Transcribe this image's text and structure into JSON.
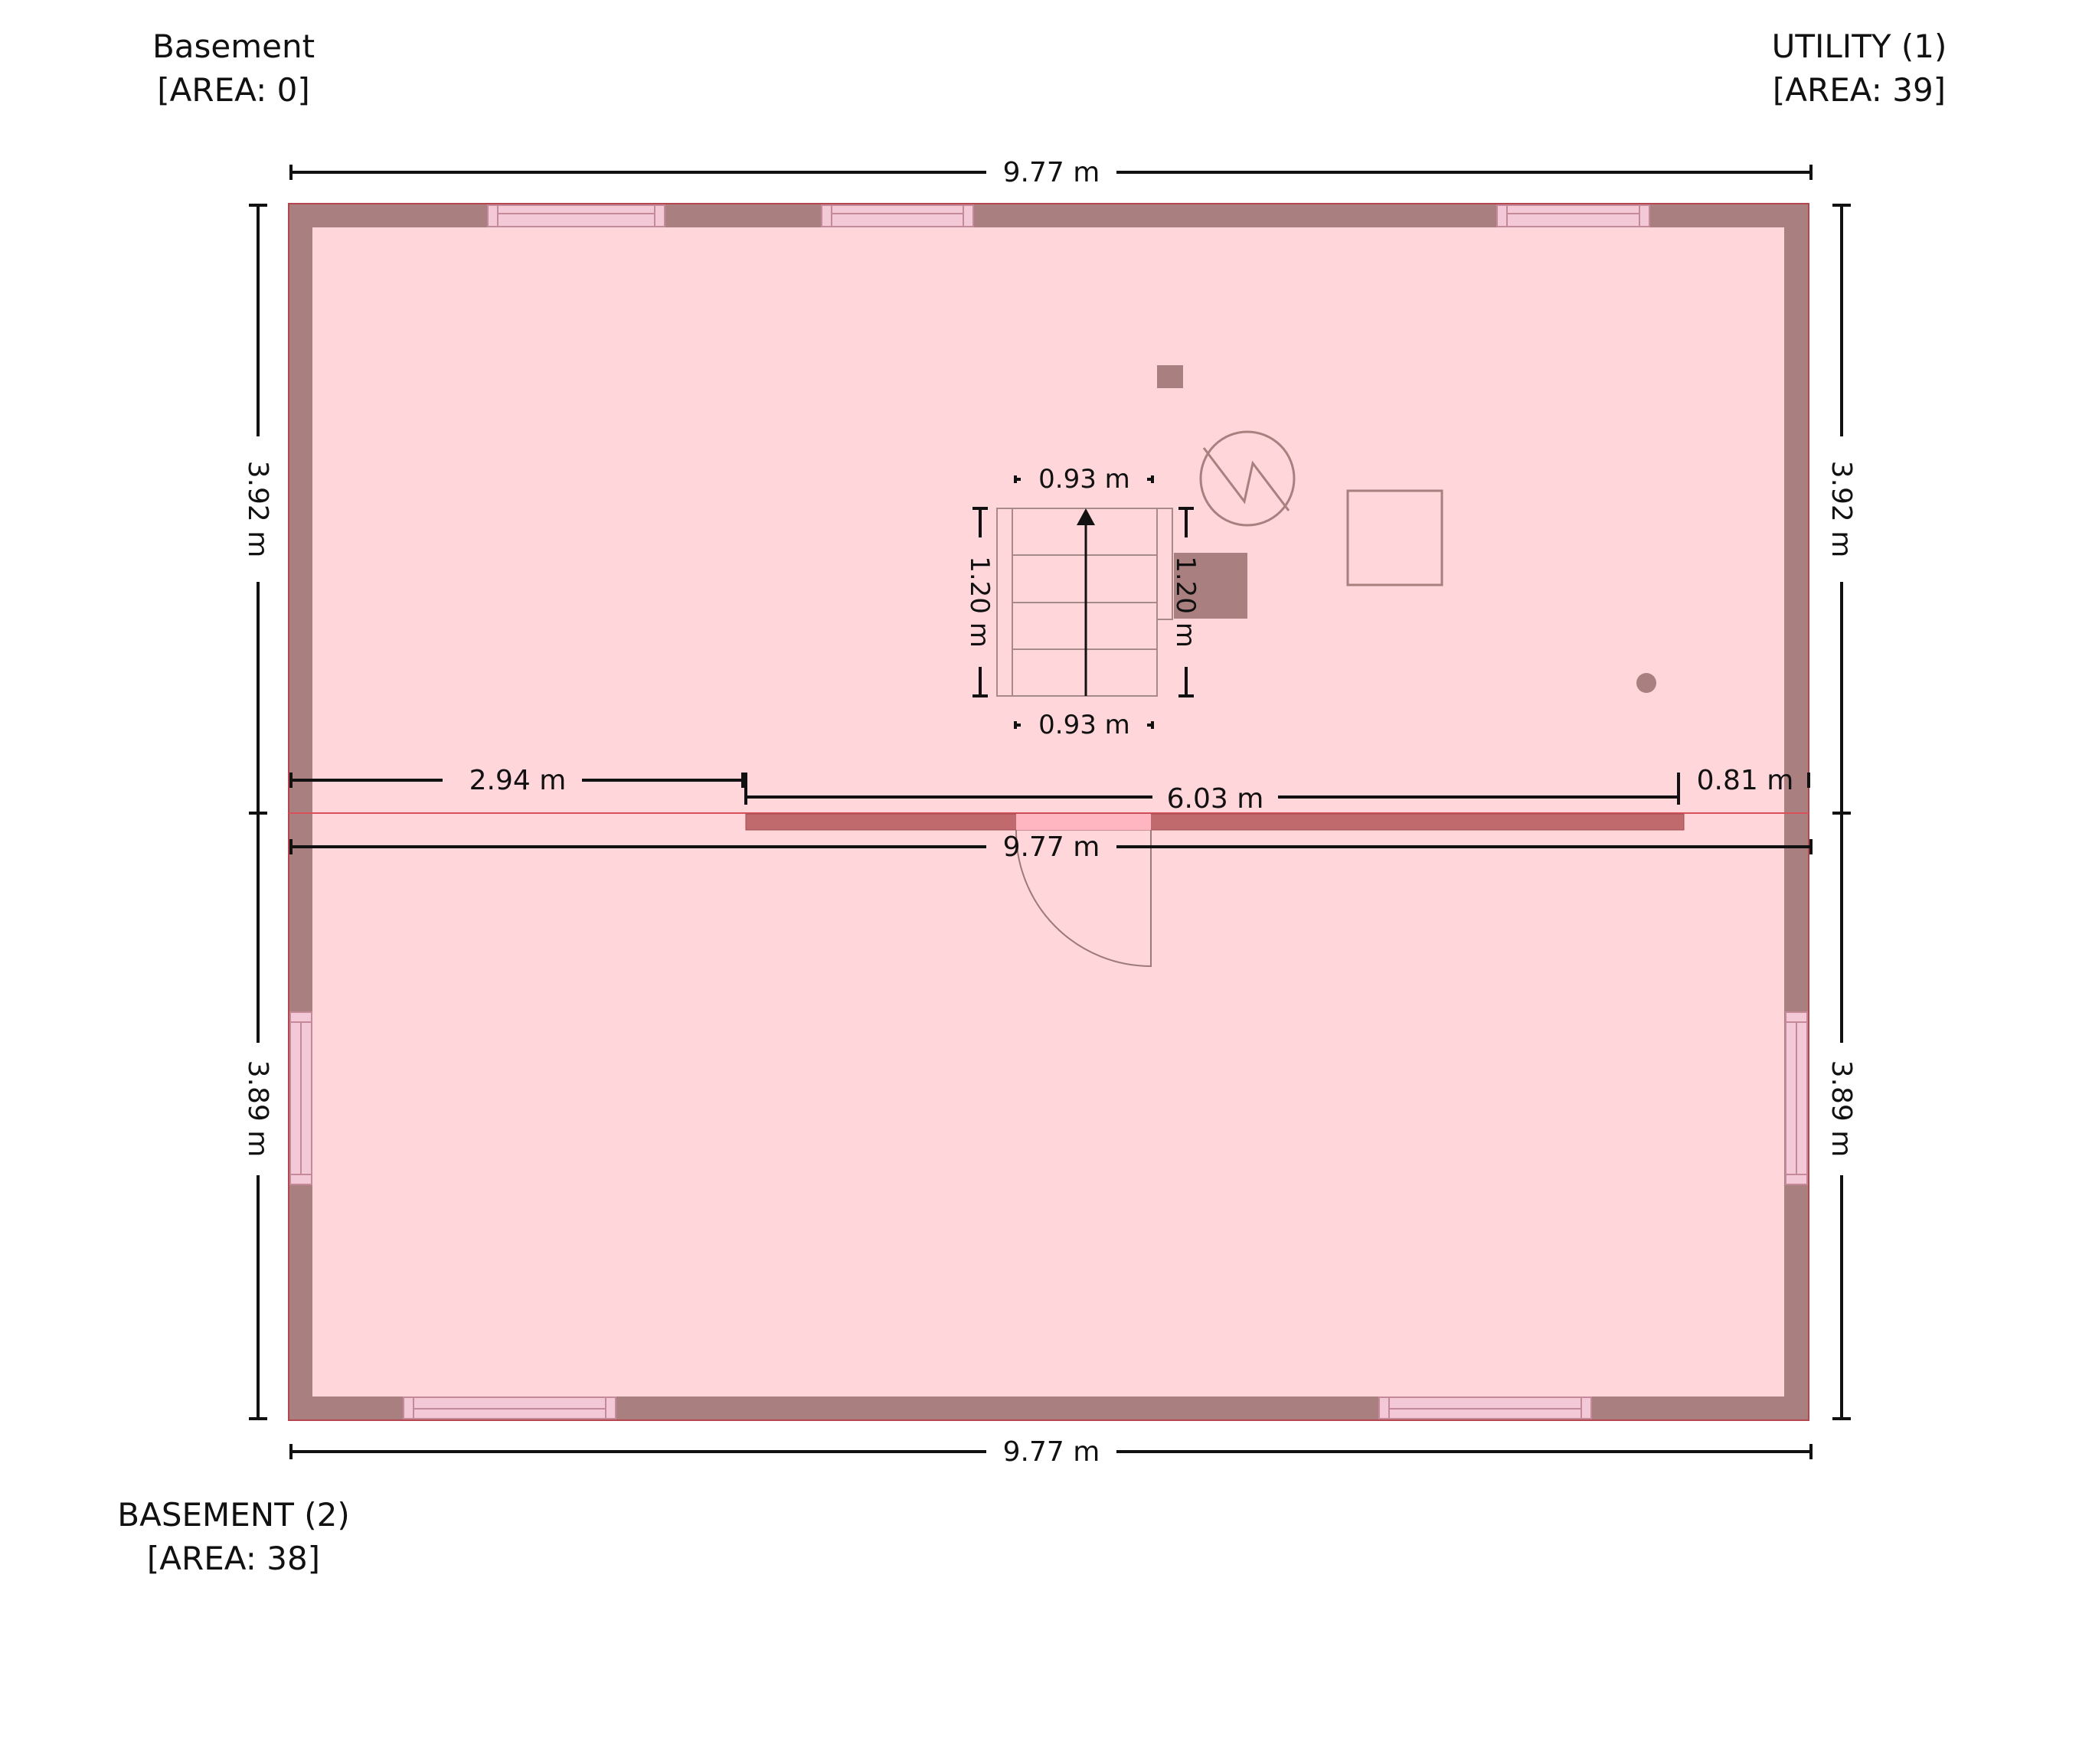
{
  "floor_title": "Basement",
  "floor_area": "[AREA: 0]",
  "rooms": [
    {
      "name": "UTILITY (1)",
      "area": "[AREA: 39]"
    },
    {
      "name": "BASEMENT (2)",
      "area": "[AREA: 38]"
    }
  ],
  "dimensions": {
    "top_width": "9.77 m",
    "bottom_width": "9.77 m",
    "middle_width": "9.77 m",
    "left_upper_height": "3.92 m",
    "left_lower_height": "3.89 m",
    "right_upper_height": "3.92 m",
    "right_lower_height": "3.89 m",
    "partition_left_offset": "2.94 m",
    "partition_length": "6.03 m",
    "partition_right_offset": "0.81 m",
    "stair_top_width": "0.93 m",
    "stair_bottom_width": "0.93 m",
    "stair_left_length": "1.20 m",
    "stair_right_length": "1.20 m"
  },
  "colors": {
    "floor_fill": "#FFD6D9",
    "wall_fill": "#A97F7F",
    "partition_fill": "#C06A6E",
    "window_fill": "#F3C9D8",
    "door_opening": "#FFB6C1",
    "line": "#111111"
  }
}
